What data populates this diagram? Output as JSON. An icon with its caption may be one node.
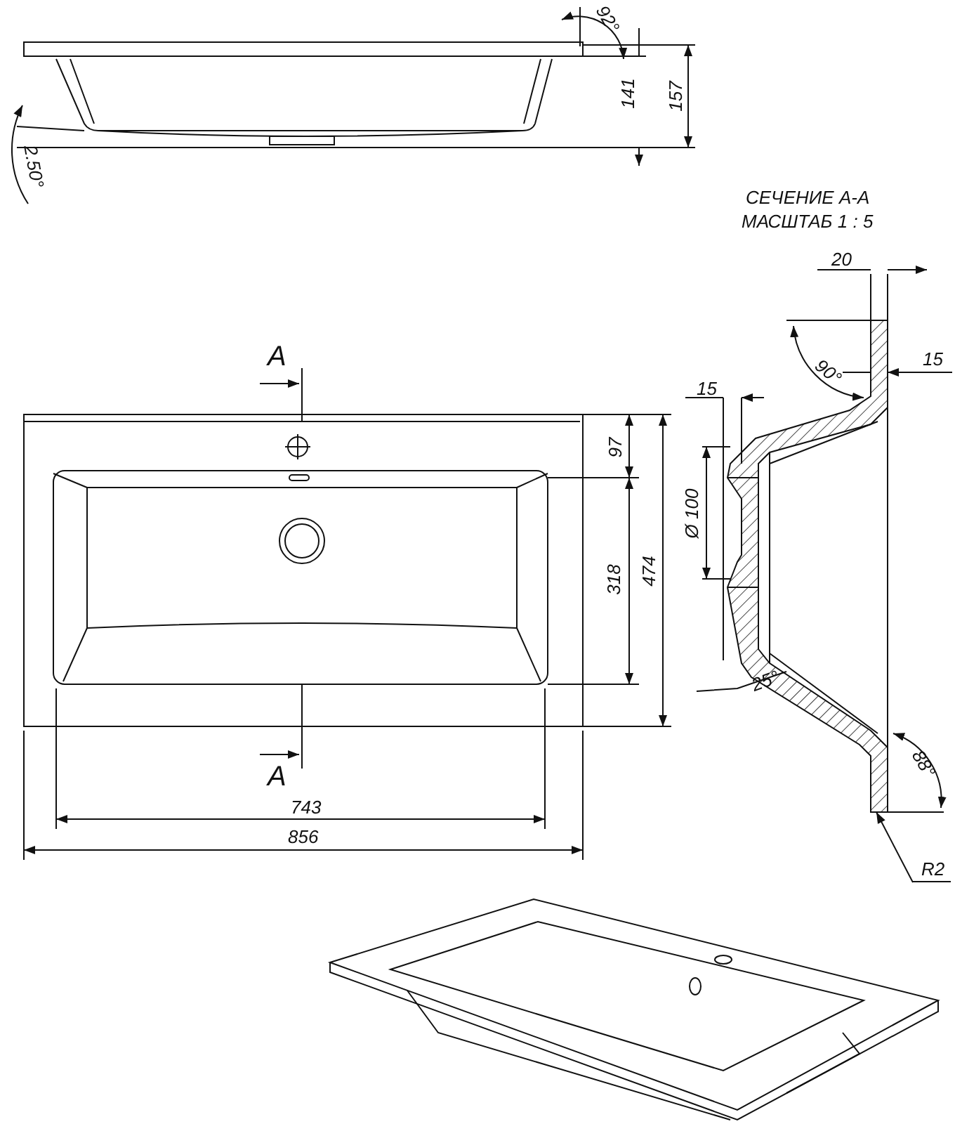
{
  "diagram": {
    "nodes": [
      {
        "text": [
          "R2"
        ]
      },
      {
        "text": [],
        "shape": "picture"
      }
    ],
    "edges": [
      {
        "from": 0,
        "to": 1,
        "arrow": "to"
      }
    ],
    "labels": [
      "92°",
      "141",
      "157",
      "2.50°",
      "СЕЧЕНИЕ А-А",
      "МАСШТАБ 1 : 5",
      "20",
      "A",
      "90°",
      "15",
      "15",
      "Ø 100",
      "97",
      "318",
      "474",
      "25°",
      "A",
      "88°",
      "743",
      "856"
    ]
  }
}
